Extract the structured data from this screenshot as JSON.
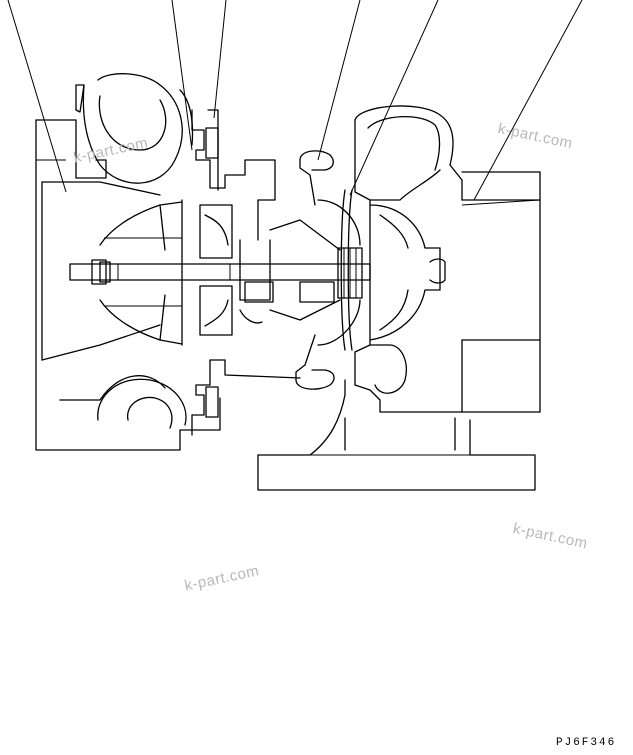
{
  "drawing_code": "PJ6F346",
  "watermarks": [
    "k-part.com",
    "k-part.com",
    "k-part.com",
    "k-part.com"
  ]
}
